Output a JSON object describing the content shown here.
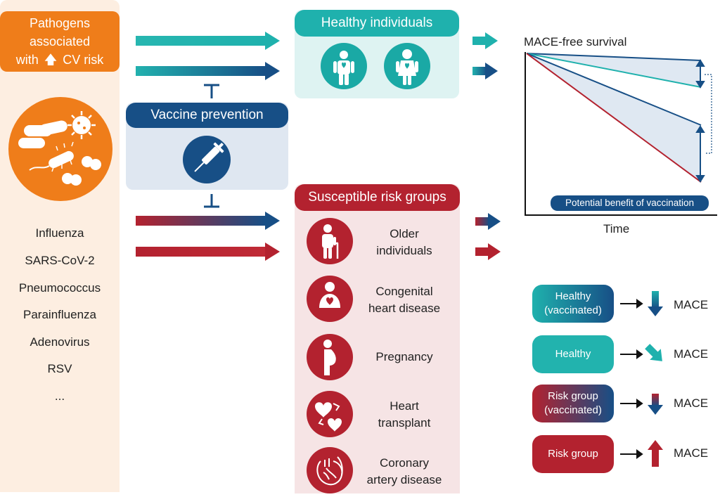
{
  "pathogens": {
    "header_line1": "Pathogens",
    "header_line2": "associated",
    "header_with": "with",
    "header_up": "🡅",
    "header_risk": "CV risk",
    "list": [
      "Influenza",
      "SARS-CoV-2",
      "Pneumococcus",
      "Parainfluenza",
      "Adenovirus",
      "RSV",
      "..."
    ]
  },
  "healthy": {
    "header": "Healthy individuals"
  },
  "vaccine": {
    "header": "Vaccine prevention"
  },
  "risk_groups": {
    "header": "Susceptible risk groups",
    "items": [
      {
        "line1": "Older",
        "line2": "individuals",
        "icon": "elderly-person-icon"
      },
      {
        "line1": "Congenital",
        "line2": "heart disease",
        "icon": "congenital-heart-icon"
      },
      {
        "line1": "Pregnancy",
        "line2": "",
        "icon": "pregnancy-icon"
      },
      {
        "line1": "Heart",
        "line2": "transplant",
        "icon": "heart-transplant-icon"
      },
      {
        "line1": "Coronary",
        "line2": "artery disease",
        "icon": "coronary-artery-icon"
      }
    ]
  },
  "chart": {
    "title": "MACE-free survival",
    "xlabel": "Time",
    "benefit_label": "Potential benefit of vaccination"
  },
  "legend": {
    "mace_label": "MACE",
    "items": [
      {
        "line1": "Healthy",
        "line2": "(vaccinated)",
        "color": "#1b6f95",
        "arrow": "down"
      },
      {
        "line1": "Healthy",
        "line2": "",
        "color": "#22b3ae",
        "arrow": "down-right"
      },
      {
        "line1": "Risk group",
        "line2": "(vaccinated)",
        "color": "#6b3060",
        "arrow": "down"
      },
      {
        "line1": "Risk group",
        "line2": "",
        "color": "#b3222f",
        "arrow": "up"
      }
    ]
  },
  "colors": {
    "orange": "#ef7d1a",
    "teal": "#1fb1ad",
    "navy": "#174f86",
    "red": "#b3222f"
  }
}
